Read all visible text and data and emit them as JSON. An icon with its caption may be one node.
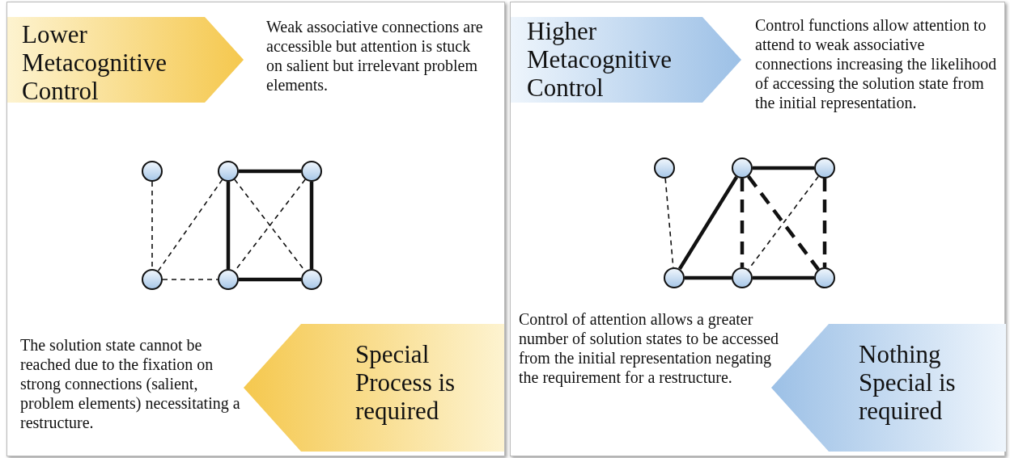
{
  "diagram": {
    "nodes": [
      {
        "text": [],
        "shape": "box"
      },
      {
        "text": [
          "Lower Metacognitive Control"
        ],
        "in": 0
      },
      {
        "text": [],
        "shape": "circle",
        "in": 0
      },
      {
        "text": [],
        "shape": "circle",
        "in": 0
      },
      {
        "text": [],
        "shape": "circle",
        "in": 0
      },
      {
        "text": [],
        "shape": "circle",
        "in": 0
      },
      {
        "text": [],
        "shape": "circle",
        "in": 0
      },
      {
        "text": [],
        "shape": "circle",
        "in": 0
      },
      {
        "text": [
          "Special Process is required"
        ],
        "in": 0
      },
      {
        "text": [],
        "shape": "box"
      },
      {
        "text": [
          "Higher Metacognitive Control"
        ],
        "in": 9
      },
      {
        "text": [],
        "shape": "circle",
        "in": 9
      },
      {
        "text": [],
        "shape": "circle",
        "in": 9
      },
      {
        "text": [],
        "shape": "circle",
        "in": 9
      },
      {
        "text": [],
        "shape": "circle",
        "in": 9
      },
      {
        "text": [],
        "shape": "circle",
        "in": 9
      },
      {
        "text": [],
        "shape": "circle",
        "in": 9
      },
      {
        "text": [
          "Nothing Special is required"
        ],
        "in": 9
      }
    ],
    "edges": [
      {
        "from": 2,
        "to": 5,
        "arrow": "none",
        "style": "dashed"
      },
      {
        "from": 5,
        "to": 3,
        "arrow": "none",
        "style": "dashed"
      },
      {
        "from": 5,
        "to": 6,
        "arrow": "none",
        "style": "dashed"
      },
      {
        "from": 3,
        "to": 4,
        "arrow": "none"
      },
      {
        "from": 3,
        "to": 6,
        "arrow": "none"
      },
      {
        "from": 4,
        "to": 7,
        "arrow": "none"
      },
      {
        "from": 6,
        "to": 7,
        "arrow": "none"
      },
      {
        "from": 3,
        "to": 7,
        "arrow": "none",
        "style": "dashed"
      },
      {
        "from": 4,
        "to": 6,
        "arrow": "none",
        "style": "dashed"
      },
      {
        "from": 11,
        "to": 14,
        "arrow": "none",
        "style": "dashed"
      },
      {
        "from": 14,
        "to": 12,
        "arrow": "none"
      },
      {
        "from": 14,
        "to": 15,
        "arrow": "none"
      },
      {
        "from": 12,
        "to": 13,
        "arrow": "none"
      },
      {
        "from": 12,
        "to": 15,
        "arrow": "none",
        "style": "dashed"
      },
      {
        "from": 13,
        "to": 16,
        "arrow": "none",
        "style": "dashed"
      },
      {
        "from": 12,
        "to": 16,
        "arrow": "none",
        "style": "dashed"
      },
      {
        "from": 13,
        "to": 15,
        "arrow": "none",
        "style": "dashed"
      },
      {
        "from": 15,
        "to": 16,
        "arrow": "none"
      }
    ],
    "labels": [
      "Weak associative connections are accessible but attention is stuck on salient but irrelevant problem elements.",
      "Control functions allow attention to attend to weak associative connections increasing the likelihood of accessing the solution state from the initial representation.",
      "The solution state cannot be reached due to the fixation on strong connections (salient, problem elements) necessitating a restructure.",
      "Control of attention allows a greater number of solution states to be accessed from the initial representation negating the requirement for a restructure."
    ]
  }
}
